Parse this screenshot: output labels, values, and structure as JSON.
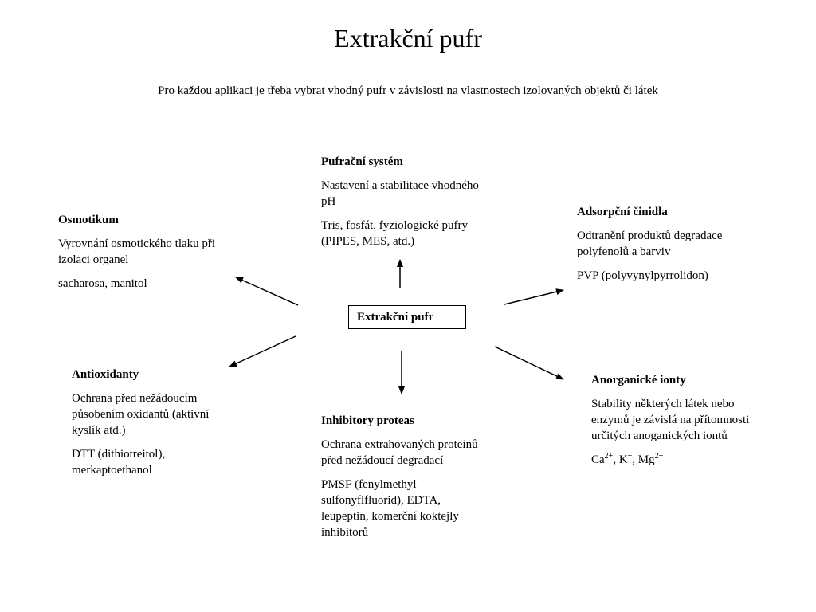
{
  "title": "Extrakční pufr",
  "subtitle": "Pro každou aplikaci je třeba vybrat vhodný pufr v závislosti na vlastnostech izolovaných objektů či látek",
  "center": "Extrakční pufr",
  "pufracni": {
    "head": "Pufrační systém",
    "line1": "Nastavení a stabilitace vhodného pH",
    "line2": "Tris, fosfát, fyziologické pufry (PIPES, MES, atd.)"
  },
  "osmotikum": {
    "head": "Osmotikum",
    "line1": "Vyrovnání osmotického tlaku při izolaci organel",
    "line2": "sacharosa, manitol"
  },
  "adsorpcni": {
    "head": "Adsorpční činidla",
    "line1": "Odtranění produktů degradace polyfenolů a barviv",
    "line2": "PVP (polyvynylpyrrolidon)"
  },
  "antioxidanty": {
    "head": "Antioxidanty",
    "line1": "Ochrana před nežádoucím působením oxidantů (aktivní kyslík atd.)",
    "line2": "DTT (dithiotreitol), merkaptoethanol"
  },
  "inhibitory": {
    "head": "Inhibitory proteas",
    "line1": "Ochrana extrahovaných proteinů před nežádoucí degradací",
    "line2": "PMSF (fenylmethyl sulfonyflfluorid), EDTA, leupeptin, komerční koktejly inhibitorů"
  },
  "anorganicke": {
    "head": "Anorganické ionty",
    "line1": "Stability některých látek nebo enzymů je závislá na přítomnosti určitých anoganických iontů",
    "ion_ca": "Ca",
    "ion_ca_charge": "2+",
    "ion_sep1": ", ",
    "ion_k": "K",
    "ion_k_charge": "+",
    "ion_sep2": ", ",
    "ion_mg": "Mg",
    "ion_mg_charge": "2+"
  }
}
